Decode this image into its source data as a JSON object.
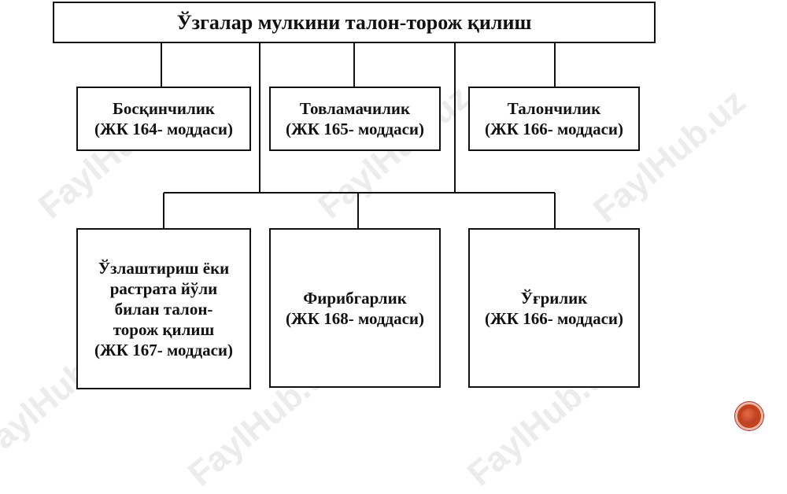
{
  "watermark": "FaylHub.uz",
  "root": {
    "label": "Ўзгалар мулкини талон-торож қилиш"
  },
  "top_row": [
    {
      "line1": "Босқинчилик",
      "line2": "(ЖК 164- моддаси)"
    },
    {
      "line1": "Товламачилик",
      "line2": "(ЖК 165- моддаси)"
    },
    {
      "line1": "Талончилик",
      "line2": "(ЖК 166- моддаси)"
    }
  ],
  "bottom_row": [
    {
      "lines": [
        "Ўзлаштириш ёки",
        "растрата йўли",
        "билан талон-",
        "торож қилиш",
        "(ЖК 167- моддаси)"
      ]
    },
    {
      "lines": [
        "Фирибгарлик",
        "(ЖК 168- моддаси)"
      ]
    },
    {
      "lines": [
        "Ўғрилик",
        "(ЖК 166- моддаси)"
      ]
    }
  ],
  "colors": {
    "nav_button": "#c2431e"
  }
}
